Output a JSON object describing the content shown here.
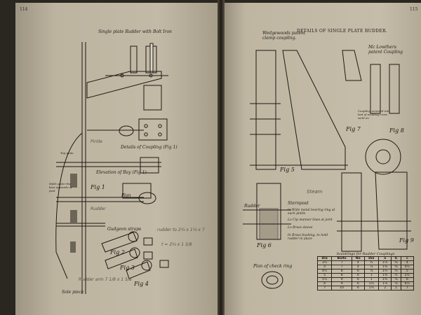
{
  "pages": {
    "left_number": "114",
    "right_number": "115"
  },
  "left": {
    "caption_top": "Single plate Rudder with Bolt Iron",
    "details_coupling": "Details of Coupling (Fig 1)",
    "elevation": "Elevation of Bay (Fig 1)",
    "plan": "Plan",
    "fig1": "Fig 1",
    "fig2": "Fig 2",
    "fig3": "Fig 3",
    "fig4": "Fig 4",
    "gudgeon": "Gudgeon straps",
    "rudder_note": "rudder to 2½ x 1½ x 7",
    "pencil1": "t = 2¼ x 1 3/8",
    "pencil2": "Pintle",
    "pencil3": "Rudder",
    "sole": "Sole piece",
    "arm": "Rudder arm 7 1/8 x 1 5/8",
    "sideline": "Weld under the bow upwards of post",
    "sideline2": "Top plate"
  },
  "right": {
    "title": "DETAILS OF SINGLE PLATE RUDDER.",
    "weed_caption": "Wedgewoods patent clamp coupling.",
    "lowther_caption": "Mc Lowthers patent Coupling",
    "fig5": "Fig 5",
    "fig6": "Fig 6",
    "fig7": "Fig 7",
    "fig8": "Fig 8",
    "fig9": "Fig 9",
    "rudder": "Rudder",
    "sternpost": "Sternpost",
    "note1": "¼ Wide metal bearing ring at each pintle",
    "note2": "Lo Cip manner lines at joint",
    "note3": "Lo Brass sleeve",
    "note4": "In Brass bushing, to hold rudder in place",
    "plan_check": "Plan of check ring",
    "coupling_note": "Coupling screwed into bed of welding cross weld on",
    "pencil_right": "Steam"
  },
  "table": {
    "caption": "Scantlings for Rudder Couplings",
    "headers": [
      "Dia",
      "Bolts",
      "No",
      "Dia",
      "a",
      "b",
      "c"
    ],
    "rows": [
      [
        "3½",
        "7",
        "4",
        "¾",
        "1¼",
        "⅝",
        "4"
      ],
      [
        "4",
        "7",
        "4",
        "⅞",
        "1⅜",
        "⅝",
        "4½"
      ],
      [
        "4½",
        "8",
        "6",
        "⅞",
        "1½",
        "¾",
        "5"
      ],
      [
        "5",
        "8",
        "6",
        "1",
        "1⅝",
        "¾",
        "5½"
      ],
      [
        "5½",
        "9",
        "6",
        "1",
        "1¾",
        "⅞",
        "6"
      ],
      [
        "6",
        "9",
        "6",
        "1⅛",
        "1⅞",
        "⅞",
        "6½"
      ],
      [
        "7",
        "10",
        "6",
        "1¼",
        "2",
        "1",
        "7"
      ]
    ]
  }
}
